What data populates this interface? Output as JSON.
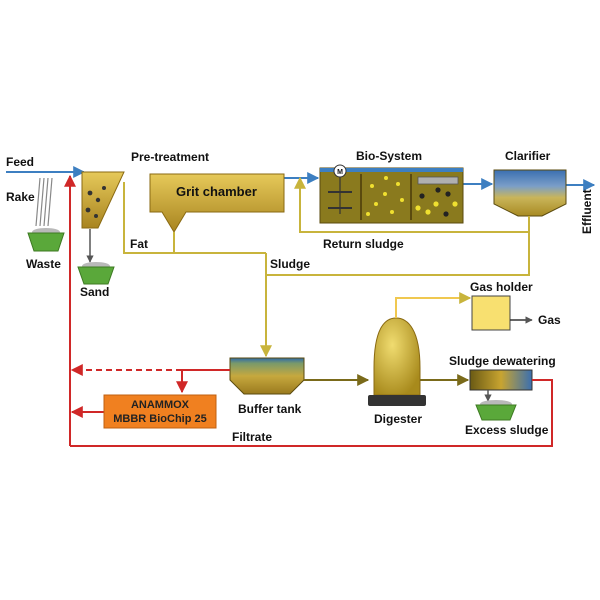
{
  "labels": {
    "feed": "Feed",
    "rake": "Rake",
    "waste": "Waste",
    "sand": "Sand",
    "pretreatment": "Pre-treatment",
    "grit_chamber": "Grit chamber",
    "fat": "Fat",
    "sludge": "Sludge",
    "bio_system": "Bio-System",
    "return_sludge": "Return sludge",
    "clarifier": "Clarifier",
    "effluent": "Effluent",
    "gas_holder": "Gas holder",
    "gas": "Gas",
    "sludge_dewatering": "Sludge dewatering",
    "buffer_tank": "Buffer tank",
    "digester": "Digester",
    "excess_sludge": "Excess sludge",
    "anammox_line1": "ANAMMOX",
    "anammox_line2": "MBBR BioChip 25",
    "filtrate": "Filtrate",
    "motor": "M"
  },
  "colors": {
    "water_line": "#3d7fc1",
    "sludge_line": "#c8b43c",
    "digester_line": "#7a6a1a",
    "filtrate_line": "#d02828",
    "tank_gold": "#c8a430",
    "bio_tank": "#8a7a1e",
    "anammox_box": "#f08020",
    "gas_box": "#f8e070",
    "basket": "#5aa83a"
  }
}
